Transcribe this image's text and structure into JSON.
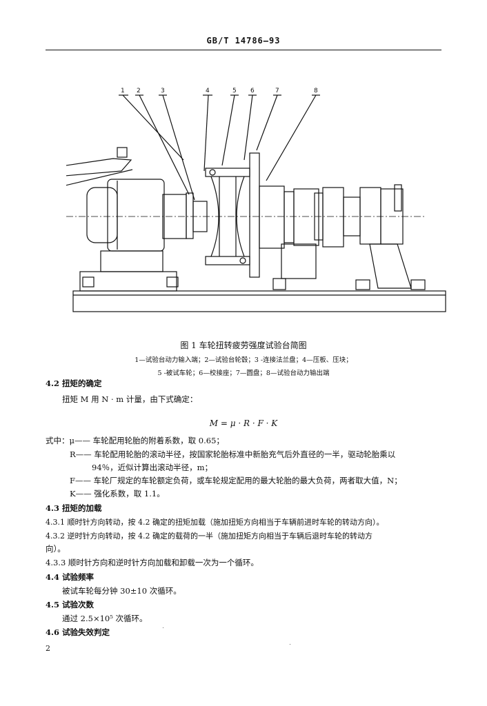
{
  "header": {
    "standard": "GB/T 14786—93"
  },
  "figure": {
    "callouts": [
      "1",
      "2",
      "3",
      "4",
      "5",
      "6",
      "7",
      "8"
    ],
    "title": "图 1  车轮扭转疲劳强度试验台简图",
    "legend_line1": "1—试验台动力输入端；2—试验台轮毂；3 -连接法兰盘；4—压板、压块；",
    "legend_line2": "5 -被试车轮；6—校接座；7—圆盘；8—试验台动力输出端"
  },
  "sections": {
    "s42_heading": "4.2  扭矩的确定",
    "s42_body": "扭矩 M 用 N · m 计量，由下式确定：",
    "equation": "M = μ · R · F · K",
    "where_mu": "式中：μ—— 车轮配用轮胎的附着系数，取 0.65；",
    "where_R1": "R—— 车轮配用轮胎的滚动半径，按国家轮胎标准中新胎充气后外直径的一半，驱动轮胎乘以",
    "where_R2": "94％，近似计算出滚动半径，m；",
    "where_F": "F—— 车轮厂规定的车轮额定负荷，或车轮规定配用的最大轮胎的最大负荷，两者取大值，N；",
    "where_K": "K—— 强化系数，取 1.1。",
    "s43_heading": "4.3  扭矩的加载",
    "s431": "4.3.1   顺时针方向转动，按 4.2 确定的扭矩加载（施加扭矩方向相当于车辆前进时车轮的转动方向）。",
    "s432_1": "4.3.2   逆时针方向转动，按 4.2 确定的载荷的一半（施加扭矩方向相当于车辆后退时车轮的转动方",
    "s432_2": "向）。",
    "s433": "4.3.3   顺时针方向和逆时针方向加载和卸载一次为一个循环。",
    "s44_heading": "4.4   试验频率",
    "s44_body": "被试车轮每分钟 30±10 次循环。",
    "s45_heading": "4.5   试验次数",
    "s45_body": "通过 2.5×10⁵ 次循环。",
    "s46_heading": "4.6   试验失效判定"
  },
  "page_number": "2"
}
